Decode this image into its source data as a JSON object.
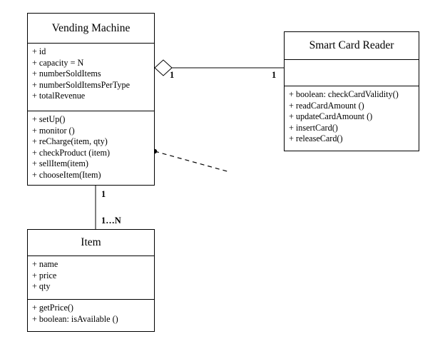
{
  "vending_machine": {
    "name": "Vending Machine",
    "attributes": [
      "+ id",
      "+ capacity = N",
      "+ numberSoldItems",
      "+ numberSoldItemsPerType",
      "+ totalRevenue"
    ],
    "methods": [
      "+ setUp()",
      "+ monitor ()",
      "+ reCharge(item, qty)",
      "+ checkProduct (item)",
      "+ sellItem(item)",
      "+ chooseItem(Item)"
    ]
  },
  "smart_card_reader": {
    "name": "Smart Card Reader",
    "attributes": [],
    "methods": [
      "+ boolean: checkCardValidity()",
      "+ readCardAmount ()",
      "+ updateCardAmount ()",
      "+ insertCard()",
      "+ releaseCard()"
    ]
  },
  "item": {
    "name": "Item",
    "attributes": [
      "+ name",
      "+ price",
      "+ qty"
    ],
    "methods": [
      "+ getPrice()",
      "+ boolean: isAvailable ()"
    ]
  },
  "associations": {
    "vm_reader_vm_end": "1",
    "vm_reader_reader_end": "1",
    "vm_item_vm_end": "1",
    "vm_item_item_end": "1…N"
  }
}
